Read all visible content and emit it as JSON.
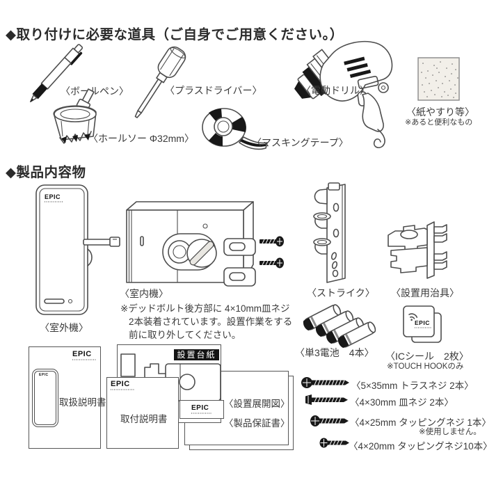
{
  "brand": "EPIC",
  "colors": {
    "ink": "#323232",
    "line": "#4d4d4d",
    "black": "#141414",
    "bg": "#ffffff"
  },
  "tools": {
    "title": "◆取り付けに必要な道具（ご自身でご用意ください。）",
    "pen_label": "〈ボールペン〉",
    "driver_label": "〈プラスドライバー〉",
    "drill_label": "〈電動ドリル〉",
    "holesaw_label": "〈ホールソー Φ32mm〉",
    "tape_label": "〈マスキングテープ〉",
    "sandpaper_label": "〈紙やすり等〉",
    "sandpaper_note": "※あると便利なもの"
  },
  "contents": {
    "title": "◆製品内容物",
    "outdoor_label": "〈室外機〉",
    "indoor_label": "〈室内機〉",
    "indoor_note_line1": "※デッドボルト後方部に 4×10mm皿ネジ",
    "indoor_note_line2": "2本装着されています。設置作業をする",
    "indoor_note_line3": "前に取り外してください。",
    "strike_label": "〈ストライク〉",
    "jig_label": "〈設置用治具〉",
    "battery_label": "〈単3電池　4本〉",
    "icseal_label": "〈ICシール　2枚〉",
    "icseal_note": "※TOUCH HOOKのみ",
    "screws": {
      "truss_label": "〈5×35mm トラスネジ 2本〉",
      "flat_label": "〈4×30mm 皿ネジ 2本〉",
      "tapping25_label": "〈4×25mm タッピングネジ 1本〉",
      "tapping25_note": "※使用しません。",
      "tapping20_label": "〈4×20mm タッピングネジ10本〉"
    },
    "documents": {
      "handling_manual": "取扱説明書",
      "install_manual": "取付説明書",
      "template_tag": "設置台紙",
      "layout_sheet": "〈設置展開図〉",
      "warranty": "〈製品保証書〉"
    }
  }
}
